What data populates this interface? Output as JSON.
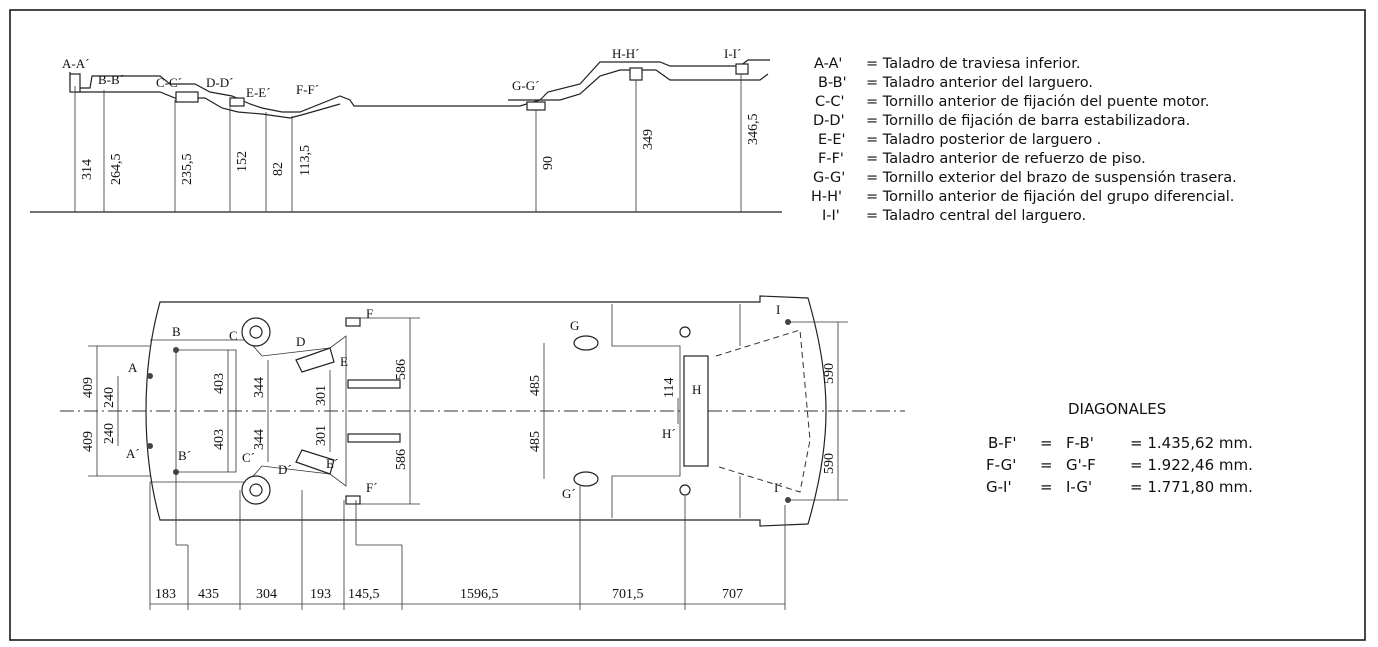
{
  "side_view": {
    "point_labels": [
      "A-A´",
      "B-B´",
      "C-C´",
      "D-D´",
      "E-E´",
      "F-F´",
      "G-G´",
      "H-H´",
      "I-I´"
    ],
    "heights": [
      "314",
      "264,5",
      "235,5",
      "152",
      "82",
      "113,5",
      "90",
      "349",
      "346,5"
    ]
  },
  "legend": [
    {
      "code": "A-A'",
      "text": "= Taladro de traviesa inferior."
    },
    {
      "code": "B-B'",
      "text": "= Taladro anterior del larguero."
    },
    {
      "code": "C-C'",
      "text": "= Tornillo anterior de fijación del puente motor."
    },
    {
      "code": "D-D'",
      "text": "= Tornillo de fijación de barra estabilizadora."
    },
    {
      "code": "E-E'",
      "text": "= Taladro posterior de larguero ."
    },
    {
      "code": "F-F'",
      "text": "= Taladro anterior de refuerzo de piso."
    },
    {
      "code": "G-G'",
      "text": "= Tornillo exterior del brazo de suspensión trasera."
    },
    {
      "code": "H-H'",
      "text": "= Tornillo anterior de fijación del grupo diferencial."
    },
    {
      "code": "I-I'",
      "text": "= Taladro central del larguero."
    }
  ],
  "plan_view": {
    "letters_top": [
      "A",
      "B",
      "C",
      "D",
      "E",
      "F",
      "G",
      "H",
      "I"
    ],
    "letters_bottom": [
      "A´",
      "B´",
      "C´",
      "D´",
      "E´",
      "F´",
      "G´",
      "H´",
      "I´"
    ],
    "widths": [
      "409",
      "240",
      "240",
      "409",
      "403",
      "403",
      "344",
      "344",
      "301",
      "301",
      "586",
      "586",
      "485",
      "485",
      "114",
      "590",
      "590"
    ],
    "lengths": [
      "183",
      "435",
      "304",
      "193",
      "145,5",
      "1596,5",
      "701,5",
      "707"
    ]
  },
  "diagonals": {
    "title": "DIAGONALES",
    "rows": [
      {
        "a": "B-F'",
        "eq1": "=",
        "b": "F-B'",
        "value": "= 1.435,62 mm."
      },
      {
        "a": "F-G'",
        "eq1": "=",
        "b": "G'-F",
        "value": "= 1.922,46 mm."
      },
      {
        "a": "G-I'",
        "eq1": "=",
        "b": "I-G'",
        "value": "= 1.771,80 mm."
      }
    ]
  }
}
